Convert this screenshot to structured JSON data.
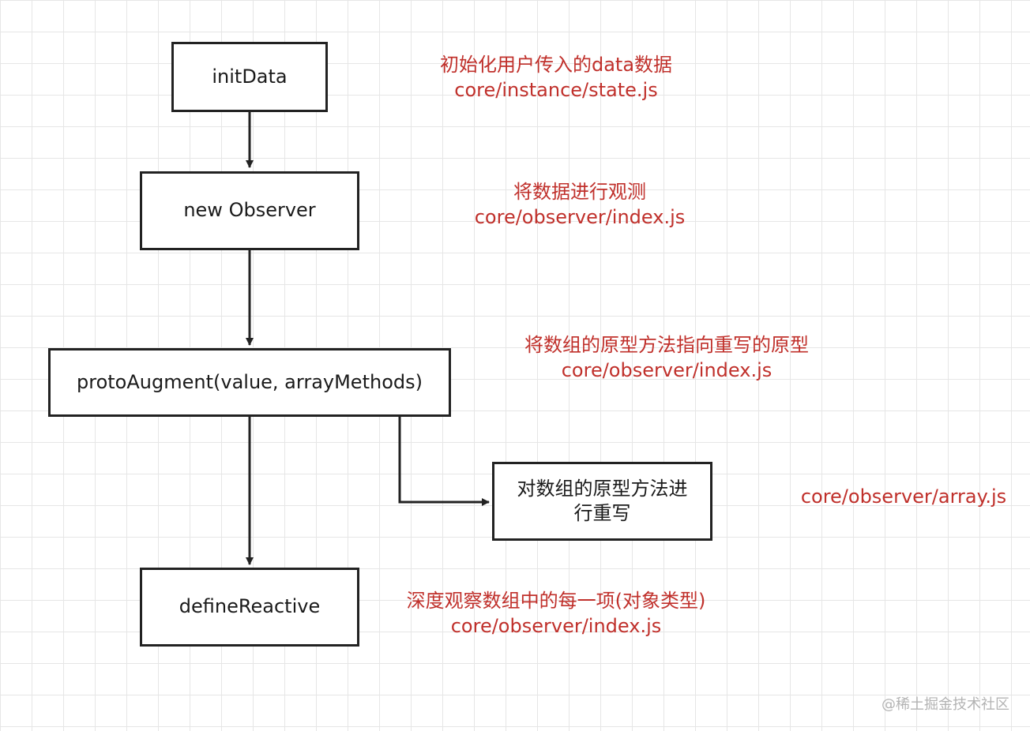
{
  "nodes": {
    "init_data": "initData",
    "new_observer": "new Observer",
    "proto_augment": "protoAugment(value, arrayMethods)",
    "rewrite_array_methods_line1": "对数组的原型方法进",
    "rewrite_array_methods_line2": "行重写",
    "define_reactive": "defineReactive"
  },
  "annotations": {
    "init_data": {
      "text": "初始化用户传入的data数据",
      "file": "core/instance/state.js"
    },
    "new_observer": {
      "text": "将数据进行观测",
      "file": "core/observer/index.js"
    },
    "proto_augment": {
      "text": "将数组的原型方法指向重写的原型",
      "file": "core/observer/index.js"
    },
    "rewrite_array_methods": {
      "file": "core/observer/array.js"
    },
    "define_reactive": {
      "text": "深度观察数组中的每一项(对象类型)",
      "file": "core/observer/index.js"
    }
  },
  "watermark": "@稀土掘金技术社区",
  "colors": {
    "annotation": "#c0302b",
    "box_border": "#222222",
    "grid": "#e6e6e6"
  }
}
